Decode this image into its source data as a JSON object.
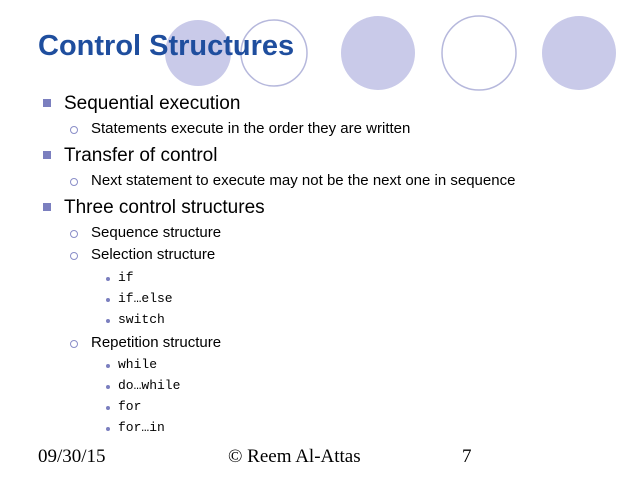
{
  "slide": {
    "title": "Control Structures",
    "bullets": [
      {
        "text": "Sequential execution",
        "children": [
          {
            "text": "Statements execute in the order they are written"
          }
        ]
      },
      {
        "text": "Transfer of control",
        "children": [
          {
            "text": "Next statement to execute may not be the next one in sequence"
          }
        ]
      },
      {
        "text": "Three control structures",
        "children": [
          {
            "text": "Sequence structure"
          },
          {
            "text": "Selection structure",
            "children": [
              "if",
              "if…else",
              "switch"
            ]
          },
          {
            "text": "Repetition structure",
            "children": [
              "while",
              "do…while",
              "for",
              "for…in"
            ]
          }
        ]
      }
    ]
  },
  "footer": {
    "date": "09/30/15",
    "author": "© Reem Al-Attas",
    "page": "7"
  },
  "colors": {
    "title": "#1f4e9e",
    "circle_fill": "#c9cae9",
    "circle_stroke": "#b6b8dc",
    "bullet": "#7b7fbf"
  }
}
